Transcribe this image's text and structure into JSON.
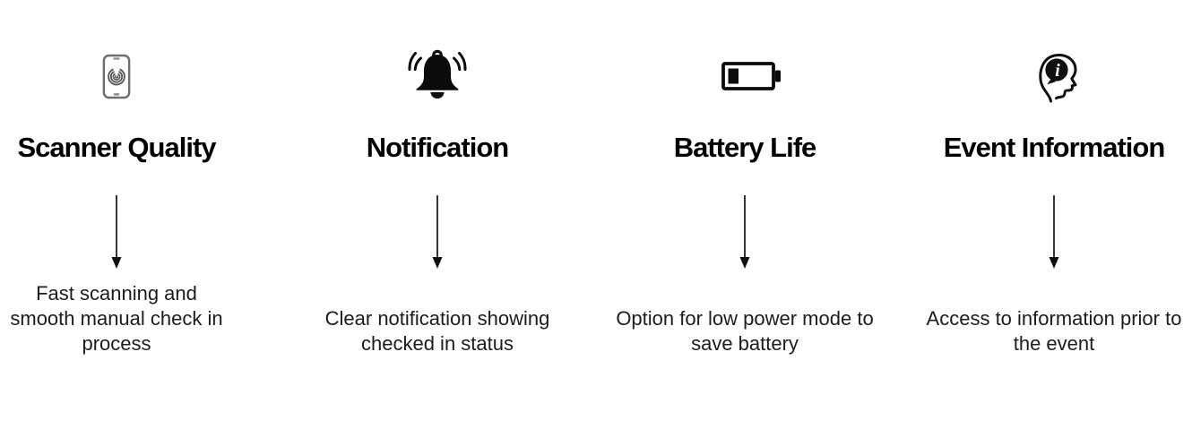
{
  "page": {
    "background": "#ffffff",
    "title_color": "#000000",
    "text_color": "#1c1c1c",
    "arrow_color": "#111111",
    "icon_color": "#0b0b0b",
    "phone_icon_gray": "#6e6e6e"
  },
  "icons": {
    "info_glyph": "i"
  },
  "features": [
    {
      "icon": "phone-scanner-icon",
      "title": "Scanner Quality",
      "description": "Fast scanning and\nsmooth manual check in\nprocess"
    },
    {
      "icon": "notification-bell-icon",
      "title": "Notification",
      "description": "Clear notification showing\nchecked in status"
    },
    {
      "icon": "battery-icon",
      "title": "Battery Life",
      "description": "Option for low power mode to\nsave battery"
    },
    {
      "icon": "head-information-icon",
      "title": "Event Information",
      "description": "Access to information prior to\nthe event"
    }
  ]
}
